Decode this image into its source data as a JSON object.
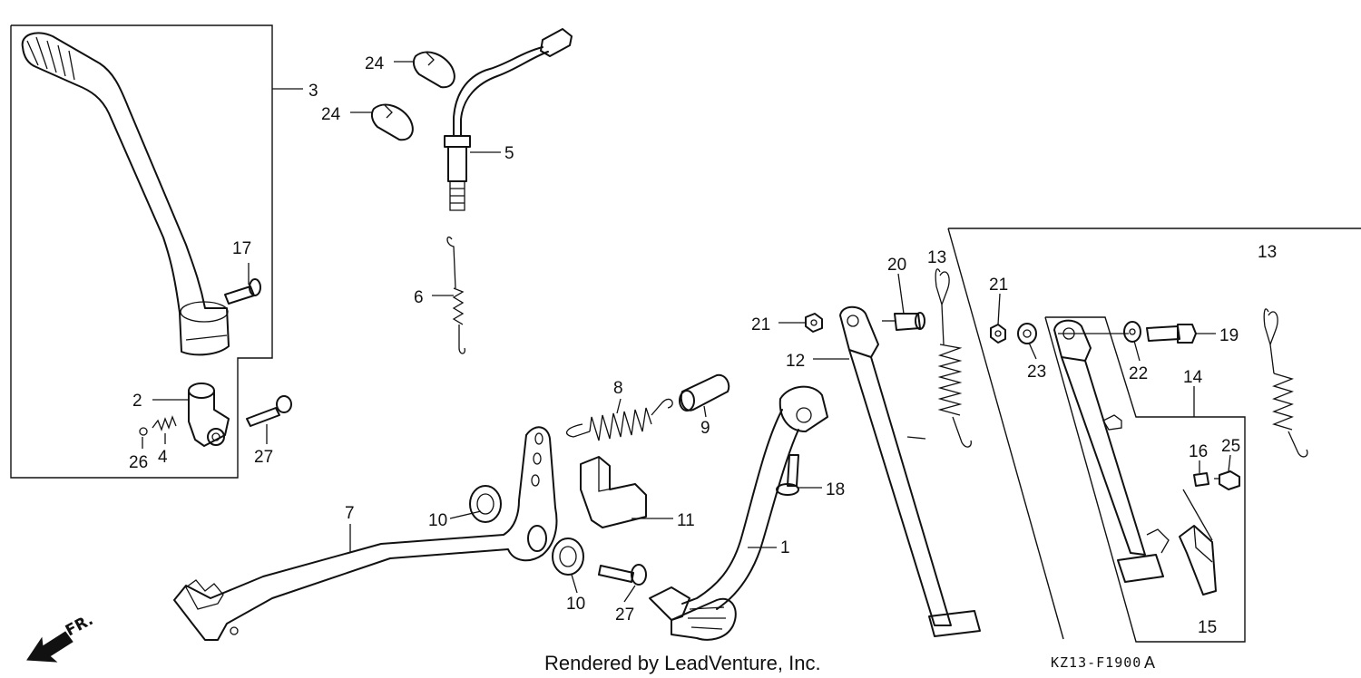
{
  "callouts": [
    {
      "id": "c1",
      "text": "1"
    },
    {
      "id": "c2",
      "text": "2"
    },
    {
      "id": "c3",
      "text": "3"
    },
    {
      "id": "c4",
      "text": "4"
    },
    {
      "id": "c5",
      "text": "5"
    },
    {
      "id": "c6",
      "text": "6"
    },
    {
      "id": "c7",
      "text": "7"
    },
    {
      "id": "c8",
      "text": "8"
    },
    {
      "id": "c9",
      "text": "9"
    },
    {
      "id": "c10a",
      "text": "10"
    },
    {
      "id": "c10b",
      "text": "10"
    },
    {
      "id": "c11",
      "text": "11"
    },
    {
      "id": "c12",
      "text": "12"
    },
    {
      "id": "c13a",
      "text": "13"
    },
    {
      "id": "c13b",
      "text": "13"
    },
    {
      "id": "c14",
      "text": "14"
    },
    {
      "id": "c15",
      "text": "15"
    },
    {
      "id": "c16",
      "text": "16"
    },
    {
      "id": "c17",
      "text": "17"
    },
    {
      "id": "c18",
      "text": "18"
    },
    {
      "id": "c19",
      "text": "19"
    },
    {
      "id": "c20",
      "text": "20"
    },
    {
      "id": "c21a",
      "text": "21"
    },
    {
      "id": "c21b",
      "text": "21"
    },
    {
      "id": "c22",
      "text": "22"
    },
    {
      "id": "c23",
      "text": "23"
    },
    {
      "id": "c24a",
      "text": "24"
    },
    {
      "id": "c24b",
      "text": "24"
    },
    {
      "id": "c25",
      "text": "25"
    },
    {
      "id": "c26",
      "text": "26"
    },
    {
      "id": "c27a",
      "text": "27"
    },
    {
      "id": "c27b",
      "text": "27"
    }
  ],
  "footer": {
    "credit": "Rendered by LeadVenture, Inc.",
    "diagram_code": "KZ13-F1900",
    "diagram_suffix": "A"
  },
  "direction_marker": {
    "text": "FR."
  }
}
